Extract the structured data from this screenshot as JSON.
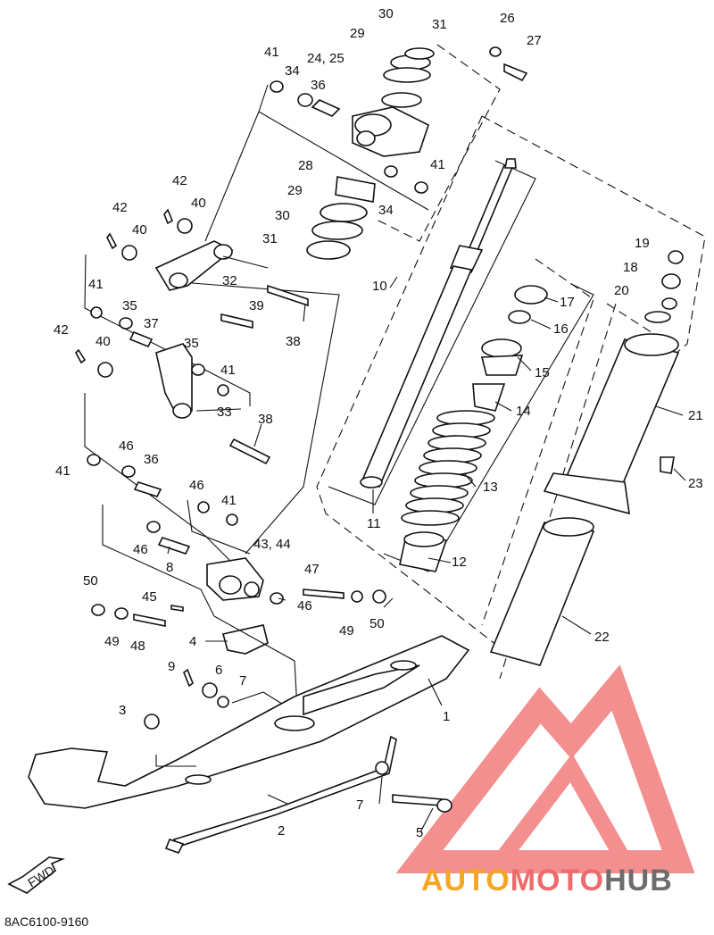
{
  "diagram": {
    "code": "8AC6100-9160",
    "fwd_label": "FWD",
    "labels": [
      {
        "id": "l1",
        "text": "1"
      },
      {
        "id": "l2",
        "text": "2"
      },
      {
        "id": "l3",
        "text": "3"
      },
      {
        "id": "l4",
        "text": "4"
      },
      {
        "id": "l5",
        "text": "5"
      },
      {
        "id": "l6",
        "text": "6"
      },
      {
        "id": "l7a",
        "text": "7"
      },
      {
        "id": "l7b",
        "text": "7"
      },
      {
        "id": "l8",
        "text": "8"
      },
      {
        "id": "l9",
        "text": "9"
      },
      {
        "id": "l10",
        "text": "10"
      },
      {
        "id": "l11",
        "text": "11"
      },
      {
        "id": "l12",
        "text": "12"
      },
      {
        "id": "l13",
        "text": "13"
      },
      {
        "id": "l14",
        "text": "14"
      },
      {
        "id": "l15",
        "text": "15"
      },
      {
        "id": "l16",
        "text": "16"
      },
      {
        "id": "l17",
        "text": "17"
      },
      {
        "id": "l18",
        "text": "18"
      },
      {
        "id": "l19",
        "text": "19"
      },
      {
        "id": "l20",
        "text": "20"
      },
      {
        "id": "l21",
        "text": "21"
      },
      {
        "id": "l22",
        "text": "22"
      },
      {
        "id": "l23",
        "text": "23"
      },
      {
        "id": "l2425",
        "text": "24, 25"
      },
      {
        "id": "l26",
        "text": "26"
      },
      {
        "id": "l27",
        "text": "27"
      },
      {
        "id": "l28",
        "text": "28"
      },
      {
        "id": "l29a",
        "text": "29"
      },
      {
        "id": "l29b",
        "text": "29"
      },
      {
        "id": "l30a",
        "text": "30"
      },
      {
        "id": "l30b",
        "text": "30"
      },
      {
        "id": "l31a",
        "text": "31"
      },
      {
        "id": "l31b",
        "text": "31"
      },
      {
        "id": "l32",
        "text": "32"
      },
      {
        "id": "l33",
        "text": "33"
      },
      {
        "id": "l34a",
        "text": "34"
      },
      {
        "id": "l34b",
        "text": "34"
      },
      {
        "id": "l35a",
        "text": "35"
      },
      {
        "id": "l35b",
        "text": "35"
      },
      {
        "id": "l36a",
        "text": "36"
      },
      {
        "id": "l36b",
        "text": "36"
      },
      {
        "id": "l37",
        "text": "37"
      },
      {
        "id": "l38a",
        "text": "38"
      },
      {
        "id": "l38b",
        "text": "38"
      },
      {
        "id": "l39",
        "text": "39"
      },
      {
        "id": "l40a",
        "text": "40"
      },
      {
        "id": "l40b",
        "text": "40"
      },
      {
        "id": "l40c",
        "text": "40"
      },
      {
        "id": "l41a",
        "text": "41"
      },
      {
        "id": "l41b",
        "text": "41"
      },
      {
        "id": "l41c",
        "text": "41"
      },
      {
        "id": "l41d",
        "text": "41"
      },
      {
        "id": "l41e",
        "text": "41"
      },
      {
        "id": "l41f",
        "text": "41"
      },
      {
        "id": "l42a",
        "text": "42"
      },
      {
        "id": "l42b",
        "text": "42"
      },
      {
        "id": "l42c",
        "text": "42"
      },
      {
        "id": "l4344",
        "text": "43, 44"
      },
      {
        "id": "l45",
        "text": "45"
      },
      {
        "id": "l46a",
        "text": "46"
      },
      {
        "id": "l46b",
        "text": "46"
      },
      {
        "id": "l46c",
        "text": "46"
      },
      {
        "id": "l46d",
        "text": "46"
      },
      {
        "id": "l47",
        "text": "47"
      },
      {
        "id": "l48",
        "text": "48"
      },
      {
        "id": "l49a",
        "text": "49"
      },
      {
        "id": "l49b",
        "text": "49"
      },
      {
        "id": "l50a",
        "text": "50"
      },
      {
        "id": "l50b",
        "text": "50"
      }
    ]
  },
  "watermark": {
    "brand_part1": "AUTO",
    "brand_part2": "MOTO",
    "brand_part3": "HUB",
    "colors": {
      "orange": "#f5a623",
      "red": "#ef6a6a",
      "gray": "#6d6d6d"
    }
  }
}
